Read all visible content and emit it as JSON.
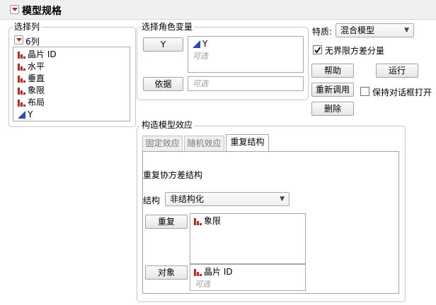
{
  "window": {
    "title": "模型规格"
  },
  "select_columns": {
    "group_label": "选择列",
    "count_label": "6列",
    "columns": [
      {
        "label": "晶片 ID",
        "icon": "nominal-bar-icon"
      },
      {
        "label": "水平",
        "icon": "nominal-bar-icon"
      },
      {
        "label": "垂直",
        "icon": "nominal-bar-icon"
      },
      {
        "label": "象限",
        "icon": "nominal-bar-icon"
      },
      {
        "label": "布局",
        "icon": "nominal-bar-icon"
      },
      {
        "label": "Y",
        "icon": "continuous-triangle-icon"
      }
    ]
  },
  "roles": {
    "group_label": "选择角色变量",
    "y_button": "Y",
    "y_value": "Y",
    "y_optional": "可选",
    "by_button": "依据",
    "by_placeholder": "可选"
  },
  "options": {
    "personality_label": "特质:",
    "personality_value": "混合模型",
    "unbounded_variance_label": "无界限方差分量",
    "unbounded_checked": true,
    "help_button": "帮助",
    "run_button": "运行",
    "recall_button": "重新调用",
    "keep_dialog_label": "保持对话框打开",
    "keep_dialog_checked": false,
    "remove_button": "删除"
  },
  "construct": {
    "group_label": "构造模型效应",
    "tabs": [
      {
        "label": "固定效应",
        "active": false
      },
      {
        "label": "随机效应",
        "active": false
      },
      {
        "label": "重复结构",
        "active": true
      }
    ],
    "section_title": "重复协方差结构",
    "structure_label": "结构",
    "structure_value": "非结构化",
    "repeated_button": "重复",
    "repeated_value": "象限",
    "subject_button": "对象",
    "subject_value": "晶片 ID",
    "subject_optional": "可选"
  },
  "colors": {
    "nominal_icon": "#c0281f",
    "continuous_icon": "#2c49b5",
    "accent_red": "#cc1f1f"
  }
}
